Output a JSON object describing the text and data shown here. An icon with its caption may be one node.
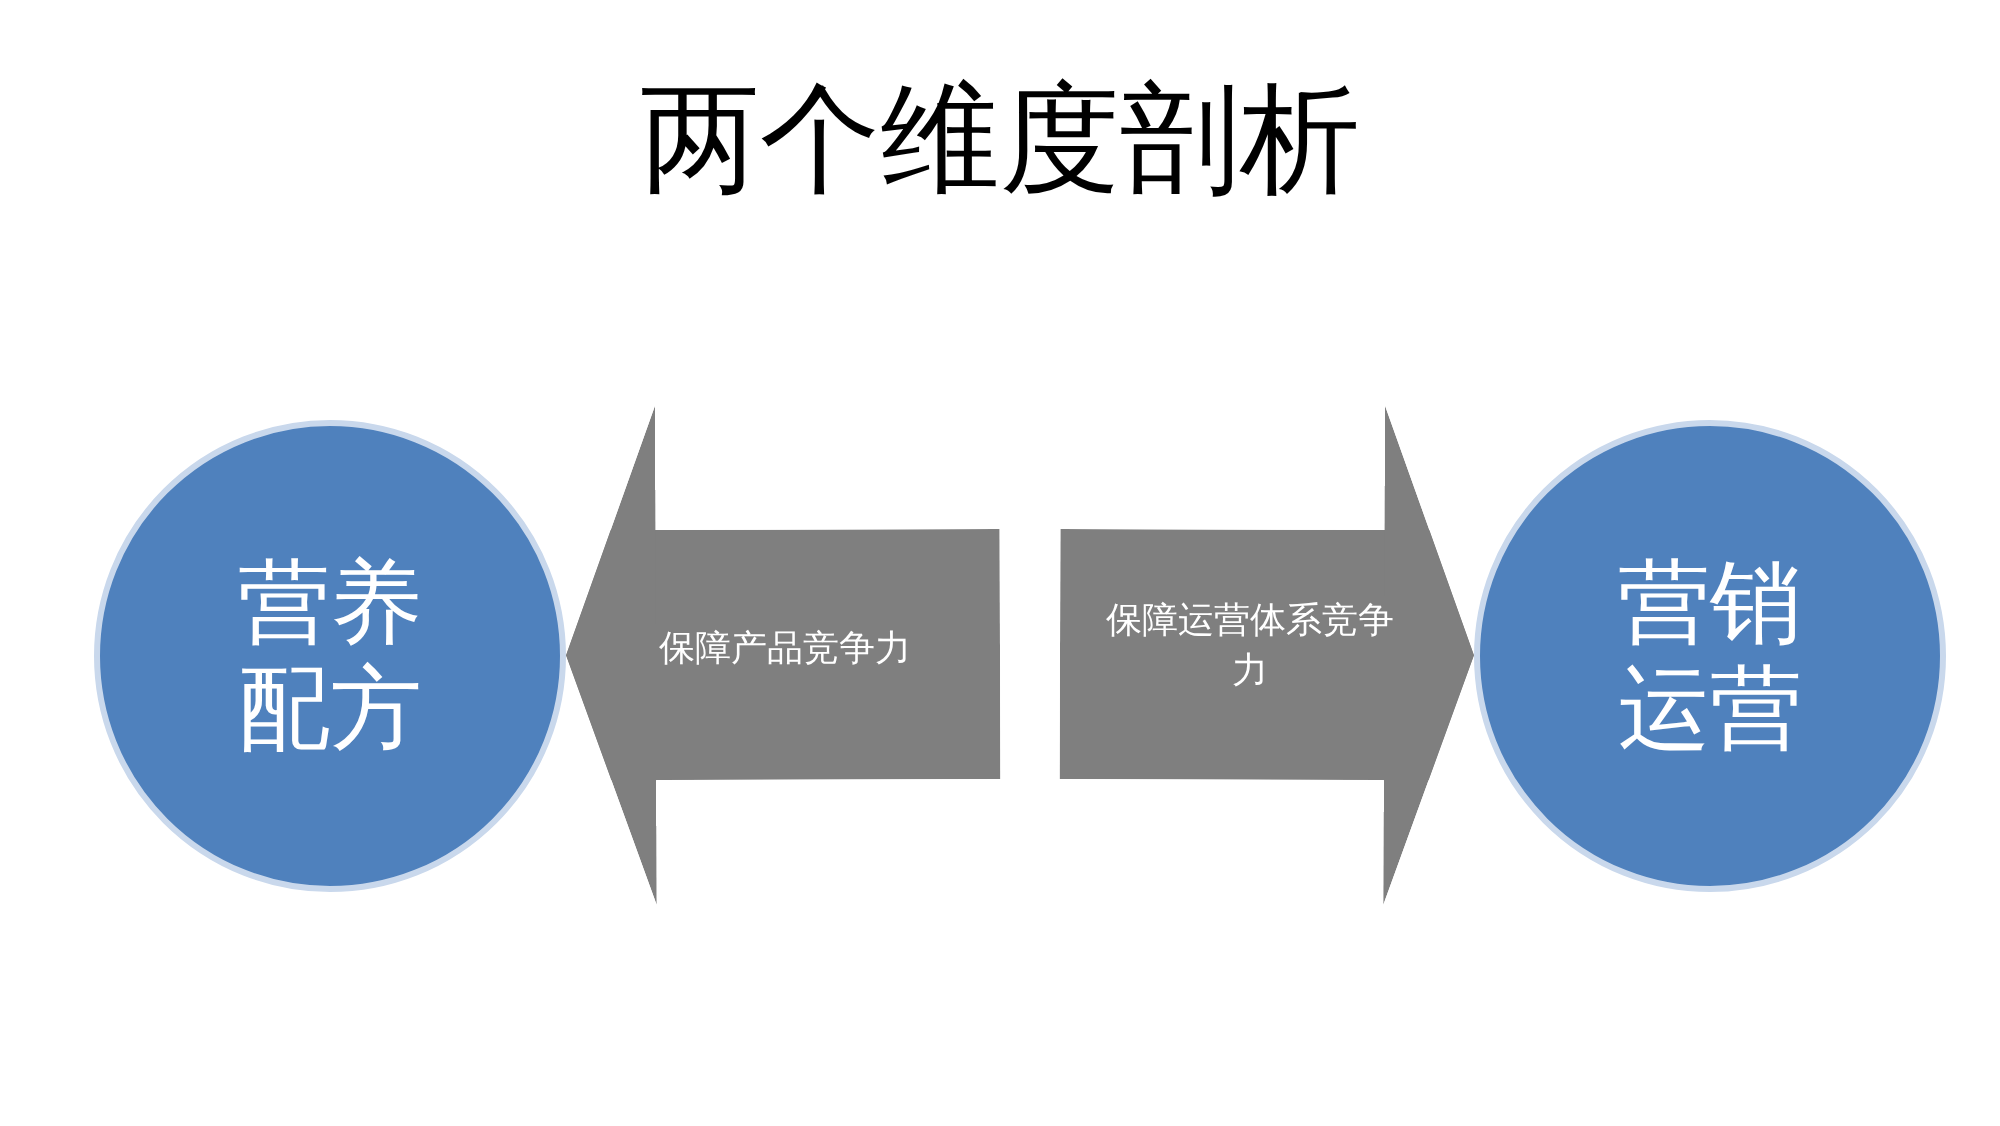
{
  "diagram": {
    "title": "两个维度剖析",
    "nodes": [
      {
        "text": [
          "营养配方"
        ]
      },
      {
        "text": [
          "营销运营"
        ]
      }
    ],
    "edges": [
      {
        "from": null,
        "to": 0,
        "arrow": "to",
        "label": "保障产品竞争力"
      },
      {
        "from": null,
        "to": 1,
        "arrow": "to",
        "label": "保障运营体系竞争力"
      }
    ]
  }
}
